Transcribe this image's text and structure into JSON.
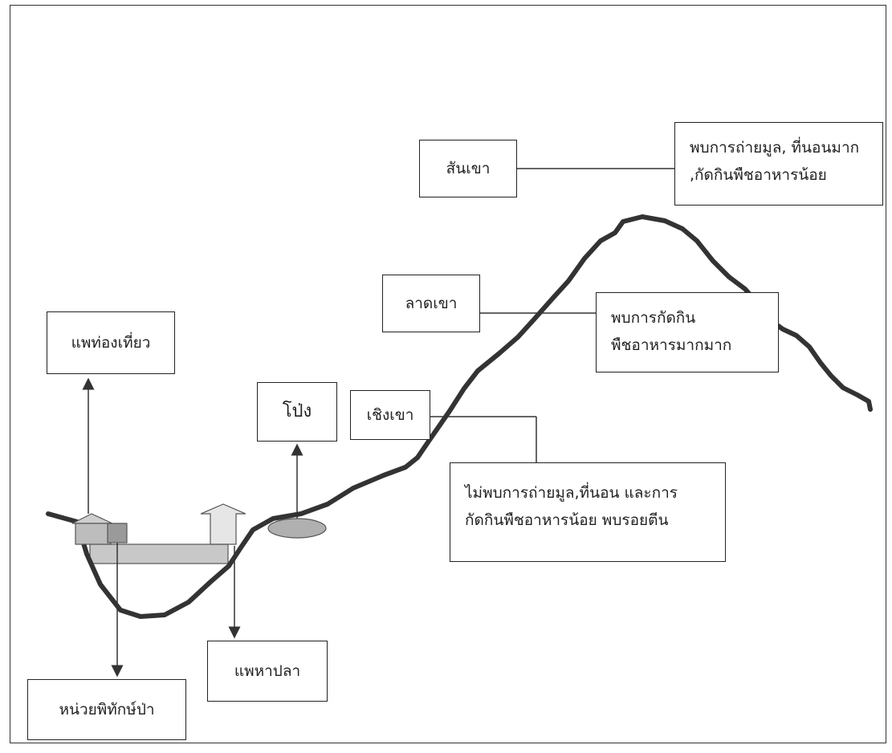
{
  "labels": {
    "ridge": "สันเขา",
    "ridge_note_line1": "พบการถ่ายมูล, ที่นอนมาก",
    "ridge_note_line2": ",กัดกินพืชอาหารน้อย",
    "slope": "ลาดเขา",
    "slope_note_line1": "พบการกัดกิน",
    "slope_note_line2": "พืชอาหารมากมาก",
    "foothill": "เชิงเขา",
    "foothill_note_line1": "ไม่พบการถ่ายมูล,ที่นอน และการ",
    "foothill_note_line2": "กัดกินพืชอาหารน้อย พบรอยตีน",
    "salt_lick": "โป่ง",
    "tourist_raft": "แพท่องเที่ยว",
    "fishing_raft": "แพหาปลา",
    "wildlife_unit": "หน่วยพิทักษ์ป่า"
  },
  "colors": {
    "terrain": "#333333",
    "raft": "#c8c8c8",
    "pond": "#b0b0b0"
  }
}
